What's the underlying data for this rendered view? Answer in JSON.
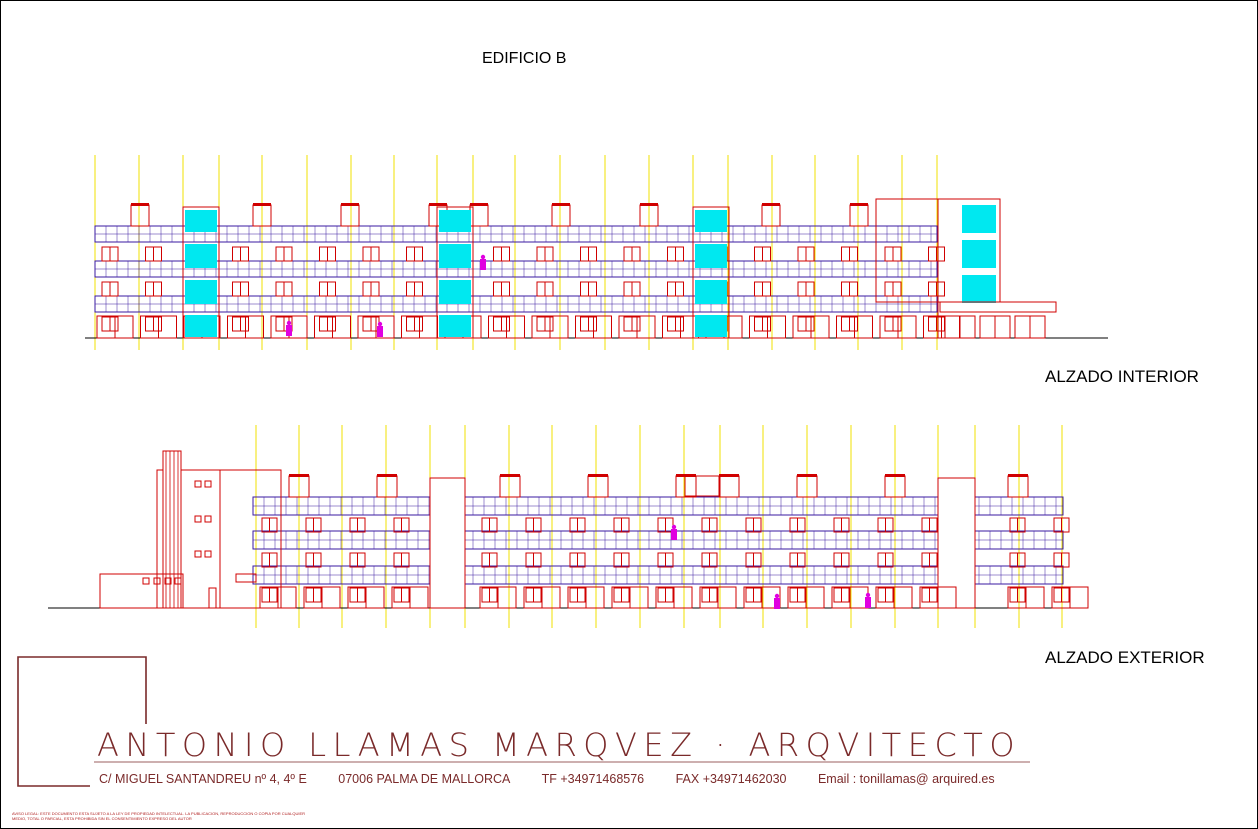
{
  "title": "EDIFICIO B",
  "elevations": {
    "interior_label": "ALZADO INTERIOR",
    "exterior_label": "ALZADO EXTERIOR"
  },
  "titleblock": {
    "firm": "ANTONIO LLAMAS MARQVEZ · ARQVITECTO",
    "address": "C/ MIGUEL SANTANDREU nº 4, 4º E",
    "city": "07006 PALMA DE MALLORCA",
    "phone": "TF +34971468576",
    "fax": "FAX +34971462030",
    "email": "Email : tonillamas@ arquired.es",
    "legal_1": "AVISO LEGAL: ESTE DOCUMENTO ESTA SUJETO A LA LEY DE PROPIEDAD INTELECTUAL. LA PUBLICACION, REPRODUCCION O COPIA POR CUALQUIER",
    "legal_2": "MEDIO, TOTAL O PARCIAL, ESTA PROHIBIDA SIN EL CONSENTIMIENTO EXPRESO DEL AUTOR"
  },
  "colors": {
    "structure": "#d00000",
    "rails": "#3a1aa0",
    "gridlines": "#f0e000",
    "glazing": "#00e8f0",
    "figures": "#e000e0",
    "ground": "#000000",
    "titleblock": "#7a2a2a"
  }
}
